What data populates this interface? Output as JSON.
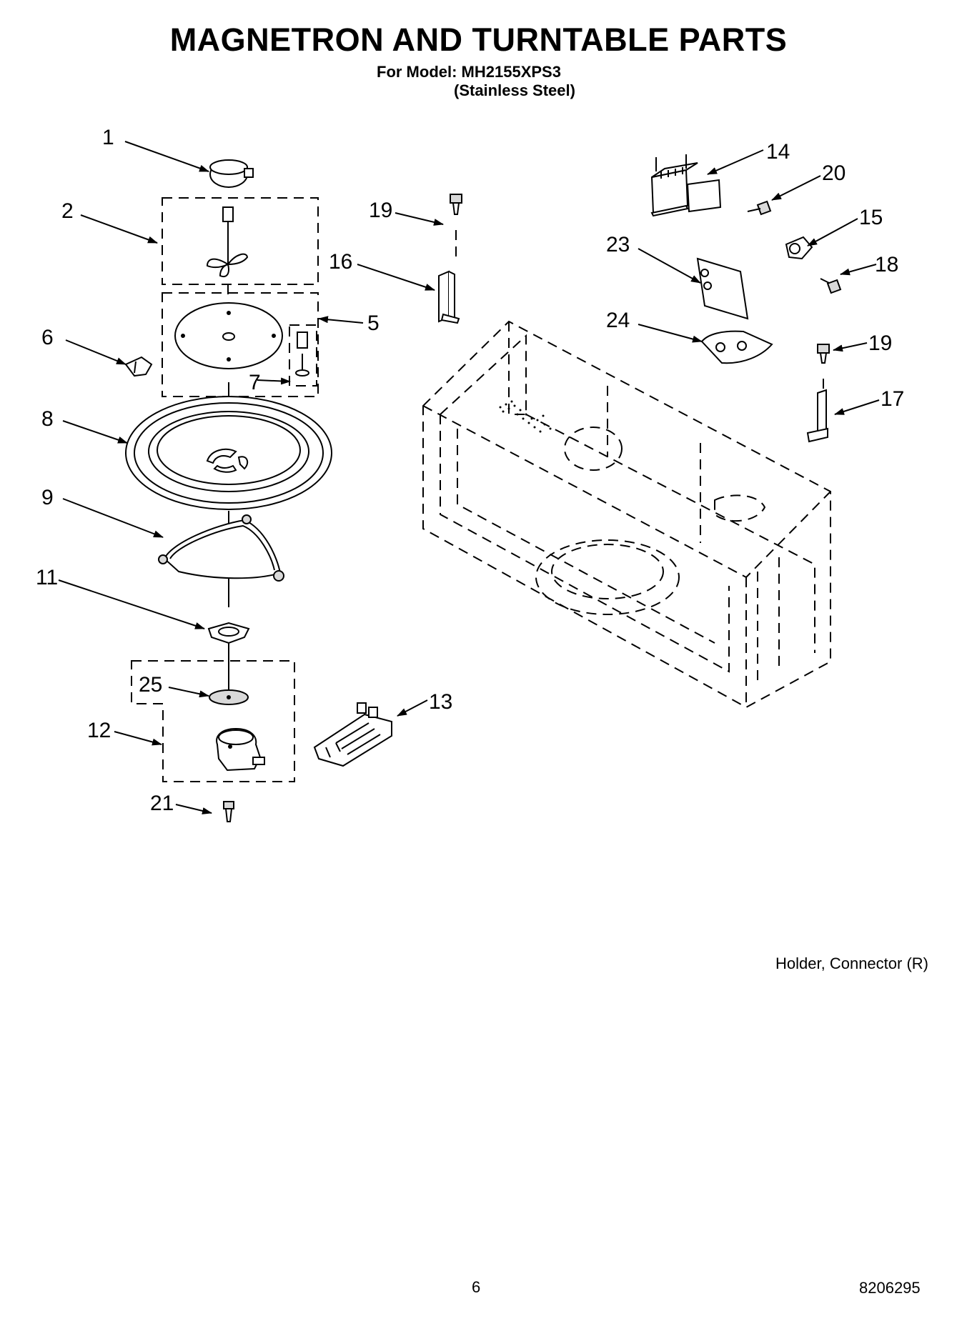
{
  "document": {
    "title": "MAGNETRON AND TURNTABLE PARTS",
    "model_line": "For Model: MH2155XPS3",
    "finish_line": "(Stainless Steel)",
    "note": "Holder, Connector (R)",
    "page_number": "6",
    "doc_number": "8206295"
  },
  "callouts": [
    "1",
    "2",
    "5",
    "6",
    "7",
    "8",
    "9",
    "11",
    "25",
    "12",
    "21",
    "19",
    "16",
    "13",
    "14",
    "20",
    "15",
    "23",
    "18",
    "24",
    "19",
    "17"
  ]
}
